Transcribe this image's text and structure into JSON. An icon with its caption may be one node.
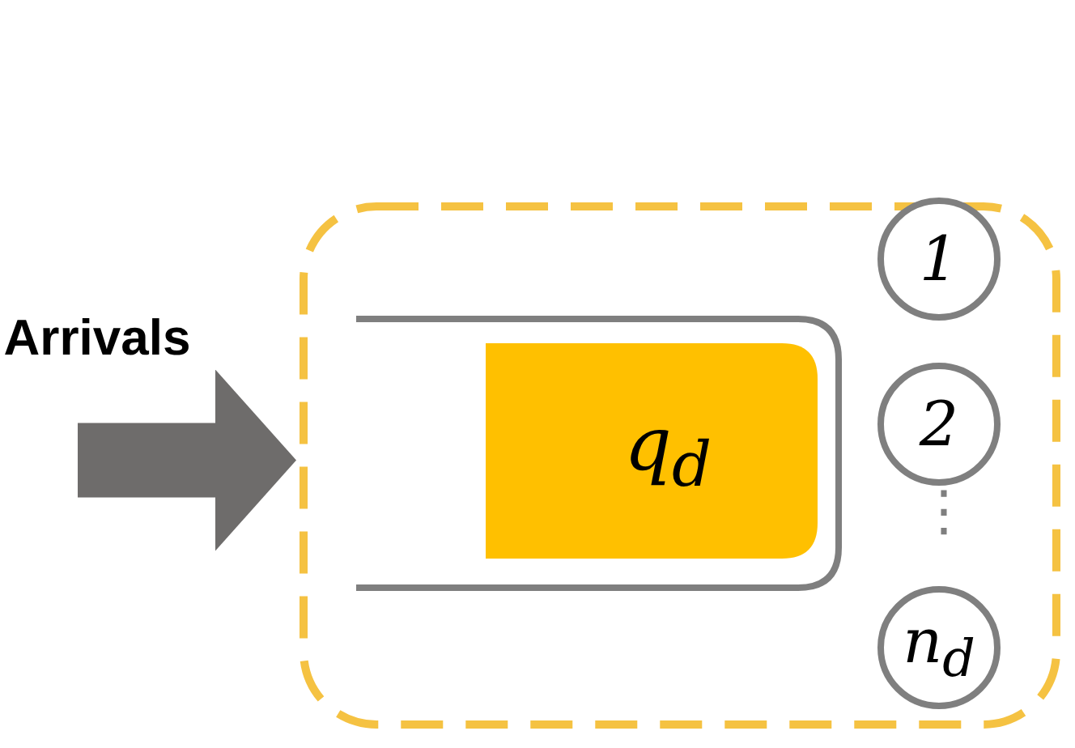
{
  "diagram": {
    "nodes": [
      {
        "text": [
          "Arrivals"
        ]
      },
      {
        "text": [],
        "shape": "box"
      },
      {
        "text": [],
        "shape": "box",
        "in": 1
      },
      {
        "text": [
          "q$_{d}$"
        ],
        "in": 2
      },
      {
        "text": [
          "1"
        ],
        "in": 1
      },
      {
        "text": [
          "2"
        ],
        "in": 1
      },
      {
        "text": [
          "n$_{d}$"
        ],
        "in": 1
      }
    ],
    "edges": [
      {
        "from": 0,
        "to": 1,
        "arrow": "to"
      }
    ],
    "labels": [
      "⋮"
    ]
  }
}
